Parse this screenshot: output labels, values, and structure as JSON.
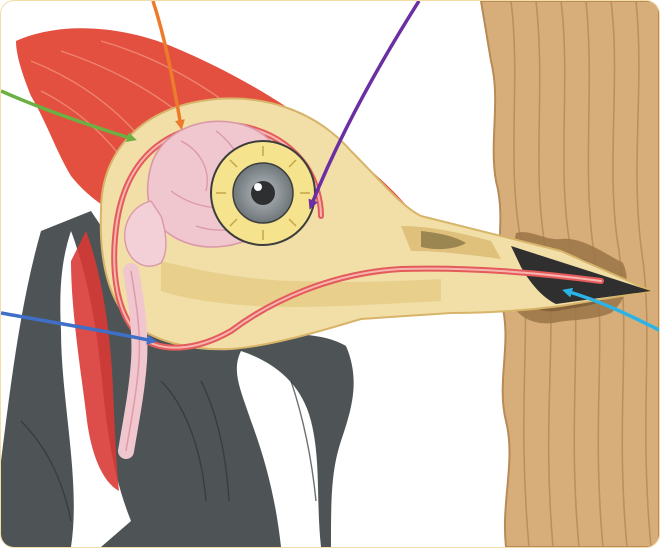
{
  "figure": {
    "subject": "woodpecker-head-anatomy",
    "arrows": [
      {
        "name": "orange-arrow",
        "color": "#ed7b2c",
        "points_to": "brain"
      },
      {
        "name": "purple-arrow",
        "color": "#6b2ea3",
        "points_to": "eye"
      },
      {
        "name": "green-arrow",
        "color": "#6cb043",
        "points_to": "skull"
      },
      {
        "name": "blue-arrow",
        "color": "#3f6fc6",
        "points_to": "hyoid-bone"
      },
      {
        "name": "cyan-arrow",
        "color": "#2bb3e8",
        "points_to": "beak-tip"
      }
    ],
    "colors": {
      "crest": "#e4503f",
      "skull": "#f1dfa7",
      "brain": "#f0c6cf",
      "eye_ring": "#f5e38e",
      "wood": "#d7ae7a",
      "feathers_dark": "#4e5456",
      "beak_tip": "#2f2f2f",
      "hyoid": "#e45b5b"
    }
  }
}
